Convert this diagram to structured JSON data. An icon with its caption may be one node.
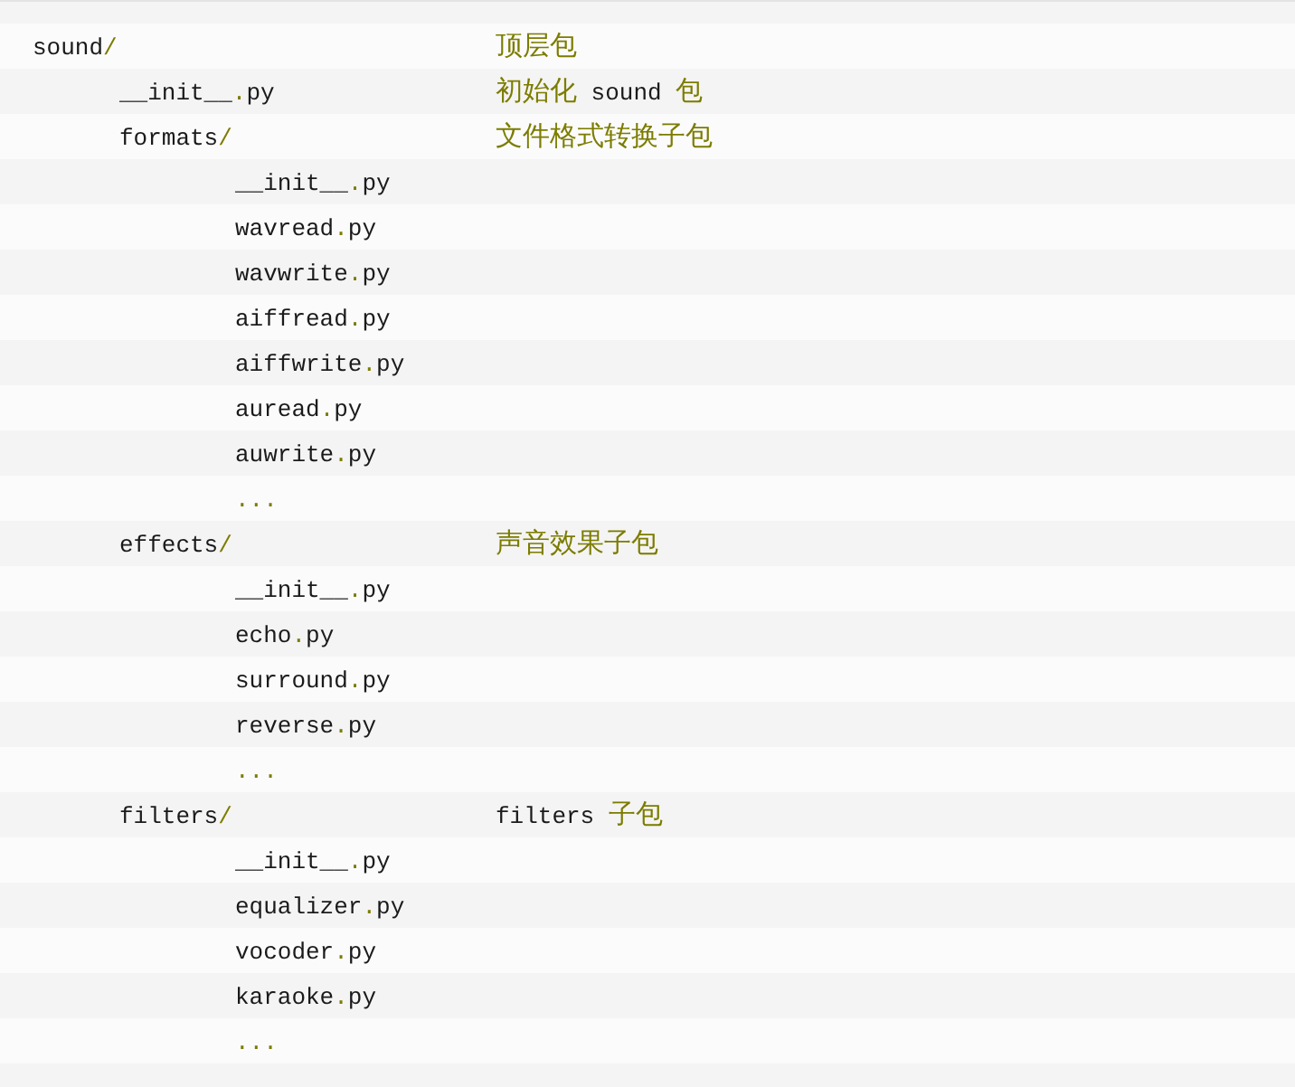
{
  "diagram": {
    "labels": [
      "sound/",
      "顶层包",
      "__init__.py",
      "初始化 sound 包",
      "formats/",
      "文件格式转换子包",
      "__init__.py",
      "wavread.py",
      "wavwrite.py",
      "aiffread.py",
      "aiffwrite.py",
      "auread.py",
      "auwrite.py",
      "...",
      "effects/",
      "声音效果子包",
      "__init__.py",
      "echo.py",
      "surround.py",
      "reverse.py",
      "...",
      "filters/",
      "filters 子包",
      "__init__.py",
      "equalizer.py",
      "vocoder.py",
      "karaoke.py",
      "..."
    ]
  }
}
